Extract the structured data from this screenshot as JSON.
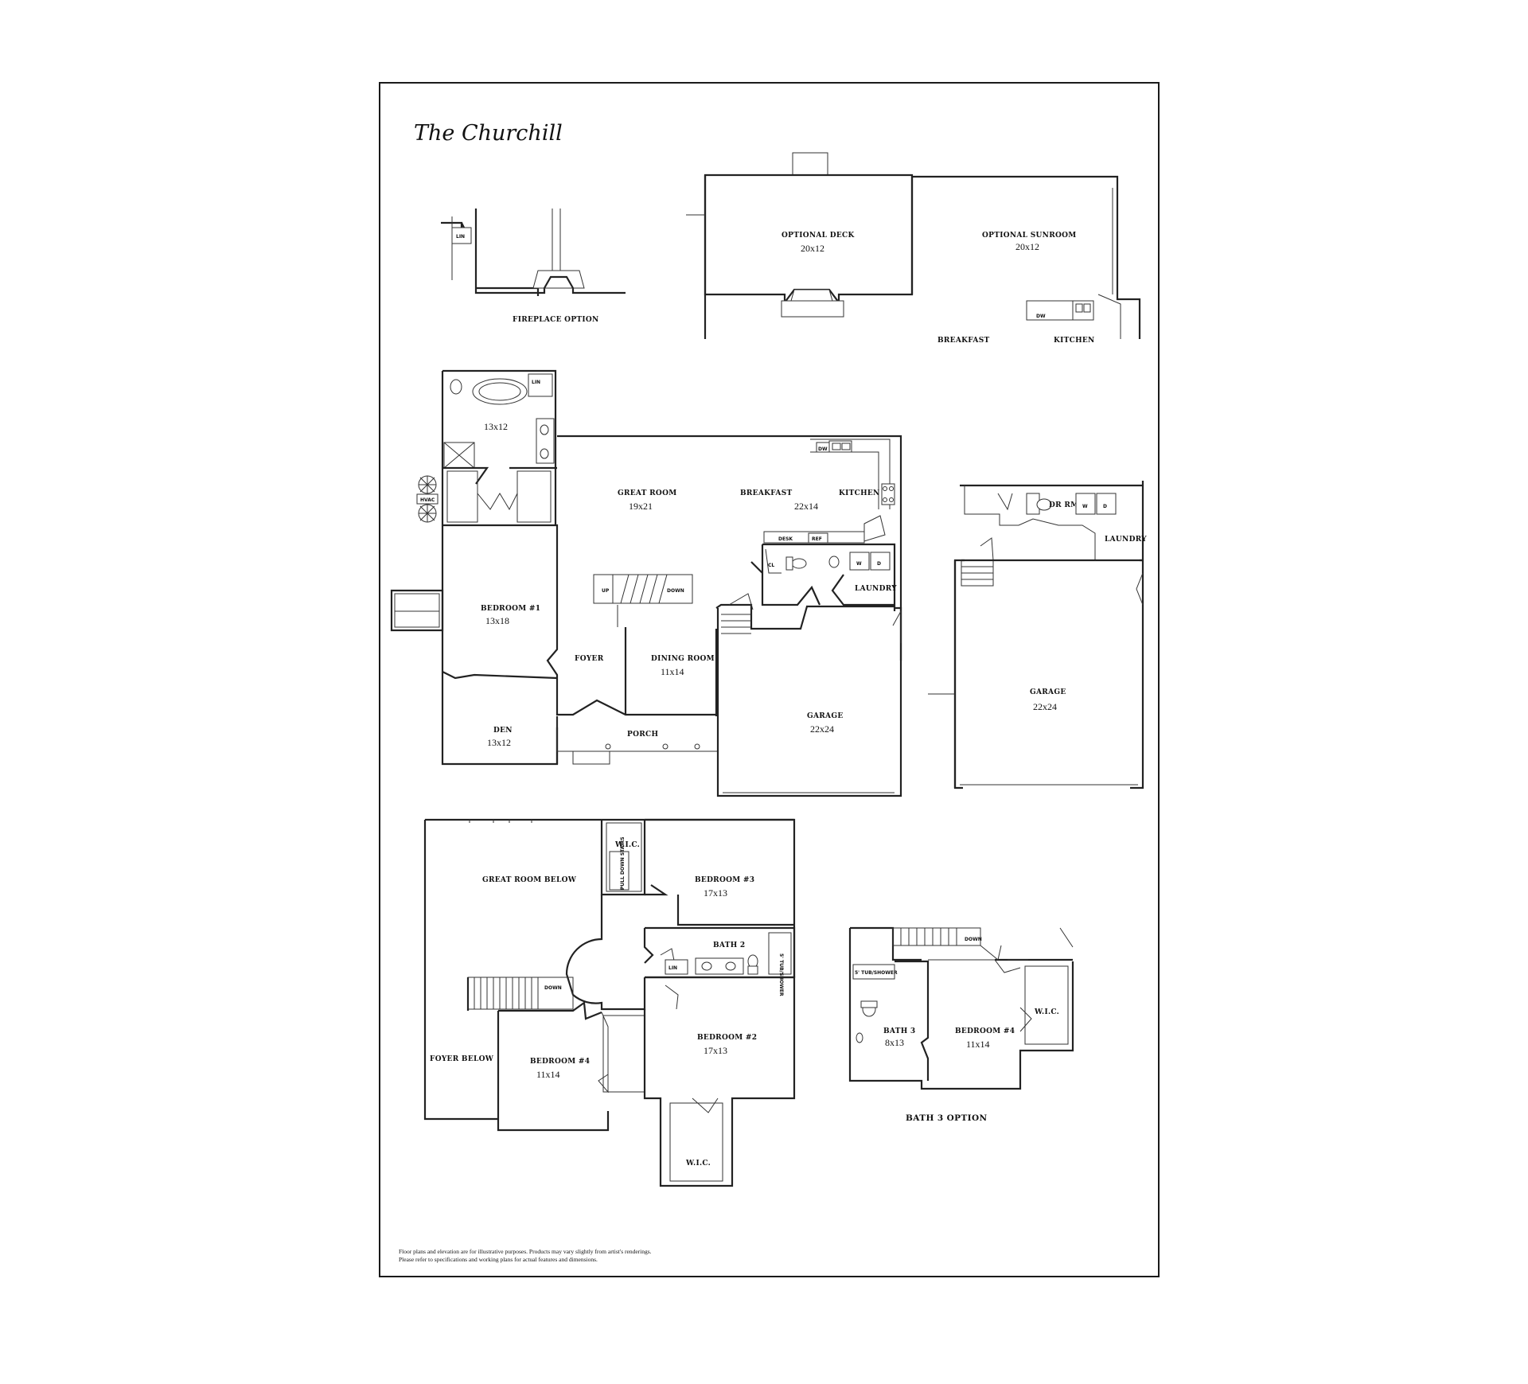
{
  "title": "The Churchill",
  "disclaimer": {
    "line1": "Floor plans and elevation are for illustrative purposes. Products may vary slightly from artist's renderings.",
    "line2": "Please refer to specifications and working plans for actual features and dimensions."
  },
  "fireplace_option": {
    "caption": "FIREPLACE OPTION",
    "lin": "LIN"
  },
  "sunroom_option": {
    "deck": {
      "label": "OPTIONAL DECK",
      "dim": "20x12"
    },
    "sunroom": {
      "label": "OPTIONAL SUNROOM",
      "dim": "20x12"
    },
    "breakfast": "BREAKFAST",
    "kitchen": "KITCHEN",
    "dw": "DW"
  },
  "first_floor": {
    "master_bath": {
      "dim": "13x12",
      "lin": "LIN"
    },
    "hvac": "HVAC",
    "great_room": {
      "label": "GREAT ROOM",
      "dim": "19x21"
    },
    "breakfast": {
      "label": "BREAKFAST",
      "dim": "22x14"
    },
    "kitchen": "KITCHEN",
    "dw": "DW",
    "desk": "DESK",
    "ref": "REF",
    "cl": "CL",
    "laundry": "LAUNDRY",
    "w": "W",
    "d": "D",
    "up": "UP",
    "down": "DOWN",
    "bedroom1": {
      "label": "BEDROOM #1",
      "dim": "13x18"
    },
    "foyer": "FOYER",
    "dining": {
      "label": "DINING ROOM",
      "dim": "11x14"
    },
    "garage": {
      "label": "GARAGE",
      "dim": "22x24"
    },
    "den": {
      "label": "DEN",
      "dim": "13x12"
    },
    "porch": "PORCH"
  },
  "garage_option": {
    "dr_rm": "DR RM",
    "w": "W",
    "d": "D",
    "laundry": "LAUNDRY",
    "garage": {
      "label": "GARAGE",
      "dim": "22x24"
    }
  },
  "second_floor": {
    "great_room_below": "GREAT ROOM BELOW",
    "wic_top": "W.I.C.",
    "pull_down_stairs": "PULL DOWN STAIRS",
    "bedroom3": {
      "label": "BEDROOM #3",
      "dim": "17x13"
    },
    "bath2": "BATH 2",
    "lin": "LIN",
    "tub_shower": "5' TUB/SHOWER",
    "down": "DOWN",
    "bedroom2": {
      "label": "BEDROOM #2",
      "dim": "17x13"
    },
    "foyer_below": "FOYER BELOW",
    "bedroom4": {
      "label": "BEDROOM #4",
      "dim": "11x14"
    },
    "wic_bottom": "W.I.C."
  },
  "bath3_option": {
    "caption": "BATH 3 OPTION",
    "tub_shower": "5' TUB/SHOWER",
    "down": "DOWN",
    "bath3": {
      "label": "BATH 3",
      "dim": "8x13"
    },
    "bedroom4": {
      "label": "BEDROOM #4",
      "dim": "11x14"
    },
    "wic": "W.I.C."
  }
}
